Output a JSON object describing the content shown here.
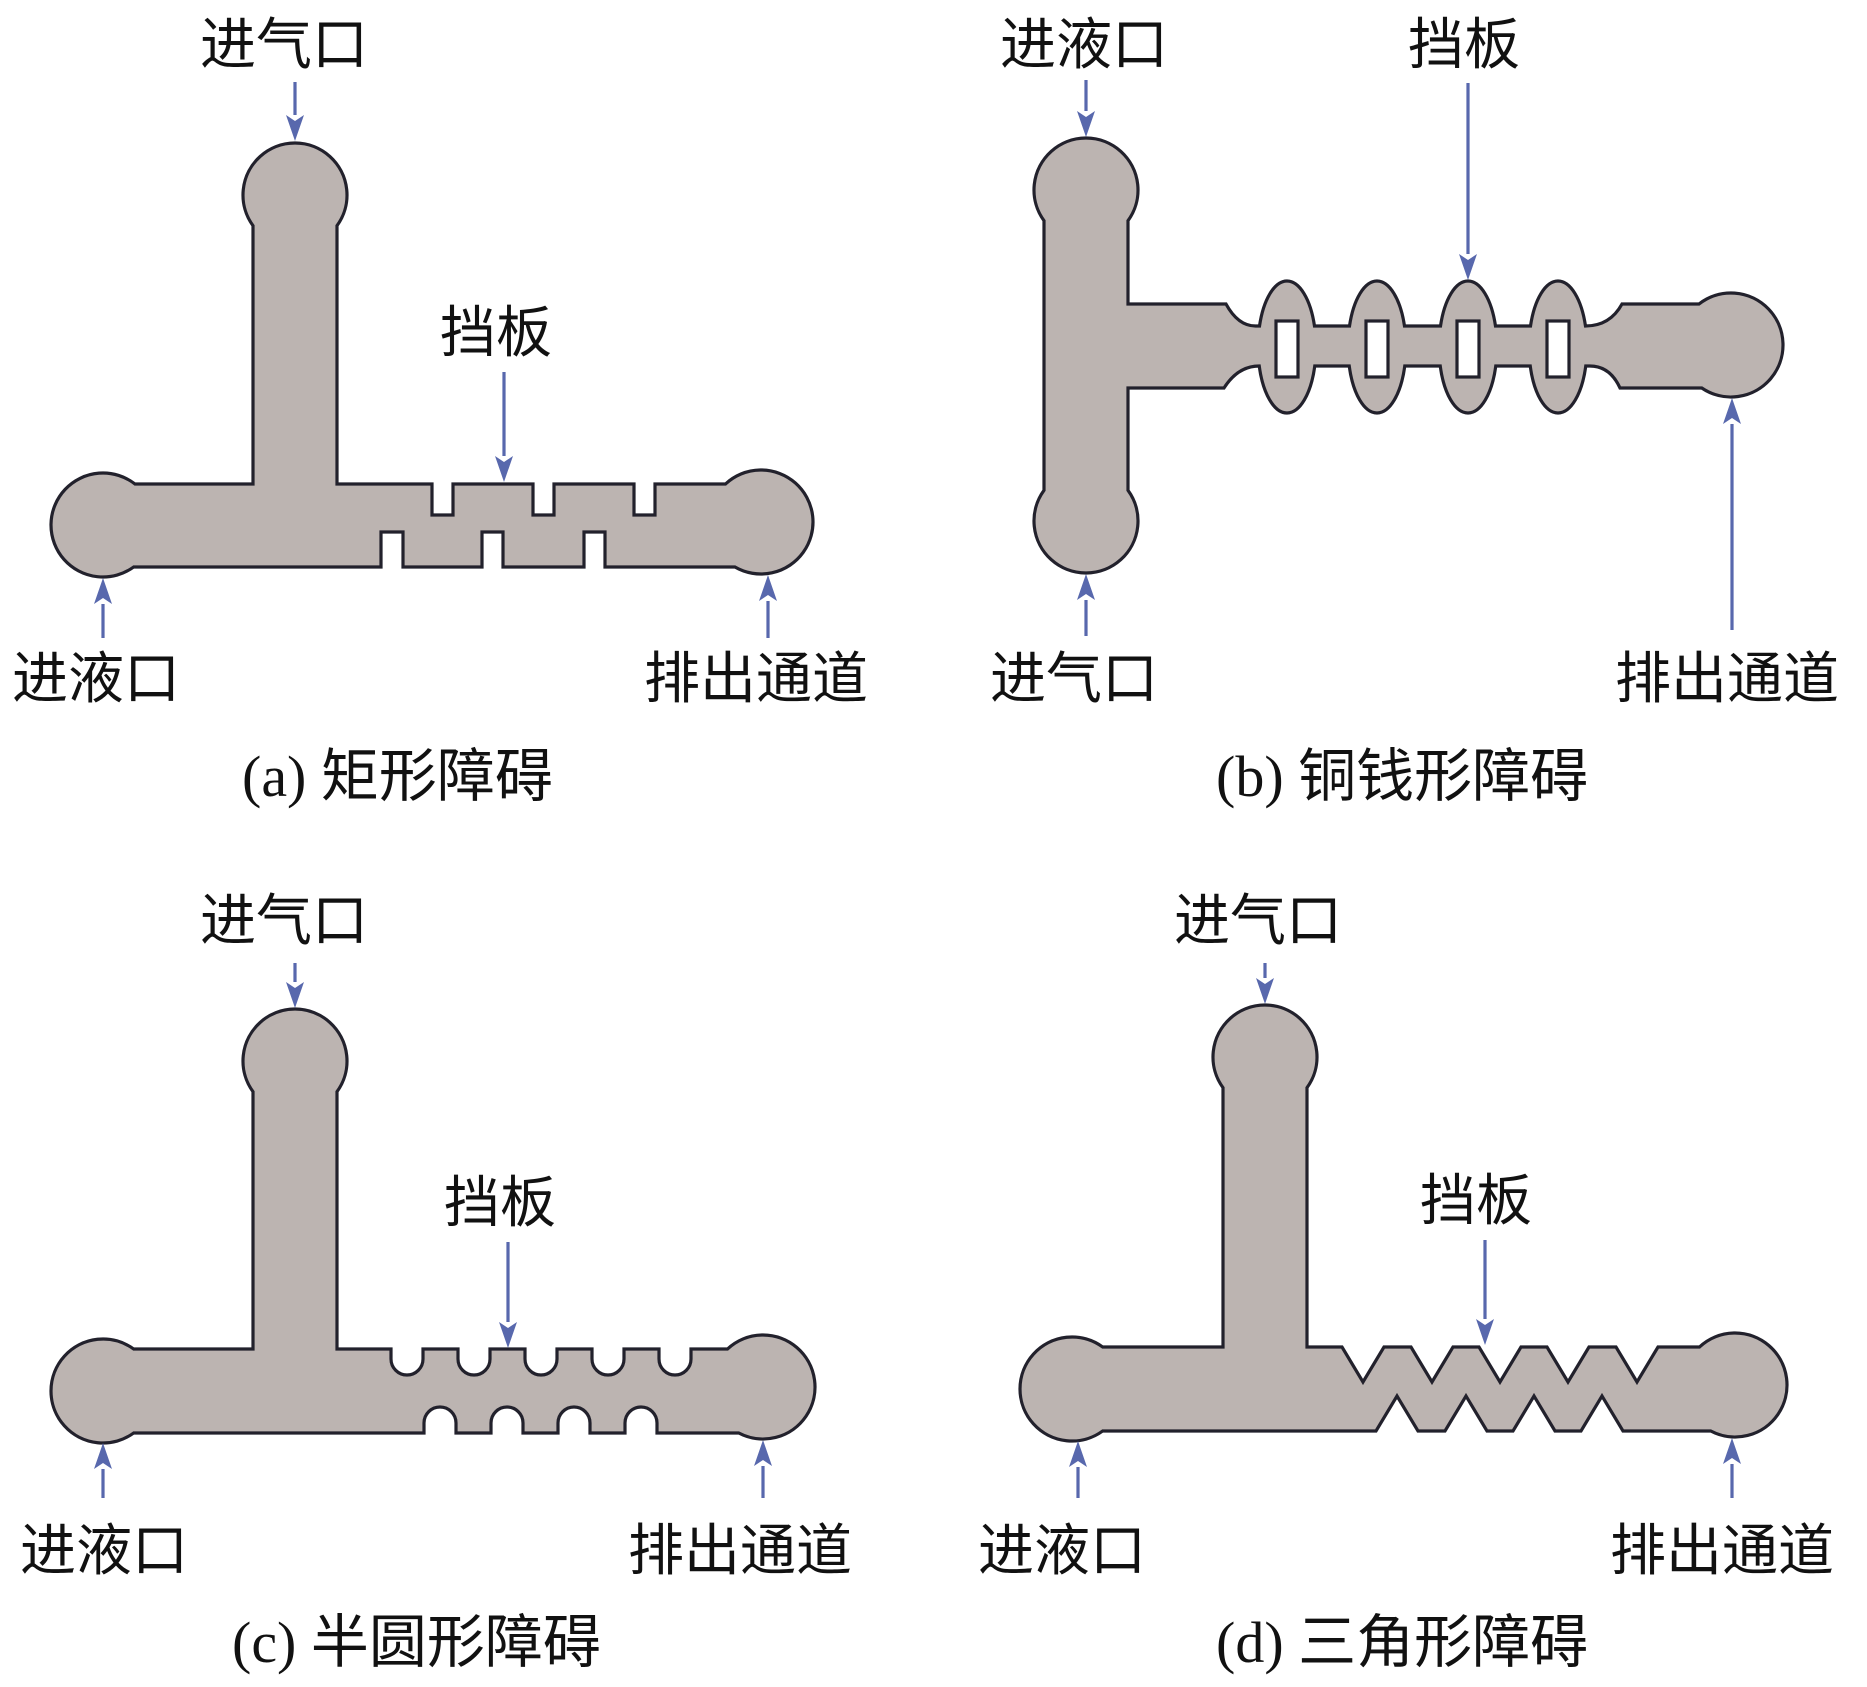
{
  "figure": {
    "panels": [
      {
        "id": "a",
        "caption": "(a) 矩形障碍",
        "obstacle_type": "rectangular",
        "labels": {
          "gas_inlet": "进气口",
          "baffle": "挡板",
          "liquid_inlet": "进液口",
          "outlet": "排出通道"
        },
        "top_obstacle_count": 3,
        "bottom_obstacle_count": 3
      },
      {
        "id": "b",
        "caption": "(b) 铜钱形障碍",
        "obstacle_type": "coin-shaped",
        "labels": {
          "liquid_inlet": "进液口",
          "baffle": "挡板",
          "gas_inlet": "进气口",
          "outlet": "排出通道"
        },
        "coin_count": 4
      },
      {
        "id": "c",
        "caption": "(c) 半圆形障碍",
        "obstacle_type": "semicircular",
        "labels": {
          "gas_inlet": "进气口",
          "baffle": "挡板",
          "liquid_inlet": "进液口",
          "outlet": "排出通道"
        },
        "top_obstacle_count": 5,
        "bottom_obstacle_count": 4
      },
      {
        "id": "d",
        "caption": "(d) 三角形障碍",
        "obstacle_type": "triangular",
        "labels": {
          "gas_inlet": "进气口",
          "baffle": "挡板",
          "liquid_inlet": "进液口",
          "outlet": "排出通道"
        },
        "top_obstacle_count": 5,
        "bottom_obstacle_count": 4
      }
    ],
    "colors": {
      "channel_fill": "#bcb4b1",
      "outline": "#22212c",
      "arrow": "#5868ad",
      "text": "#111111"
    }
  }
}
